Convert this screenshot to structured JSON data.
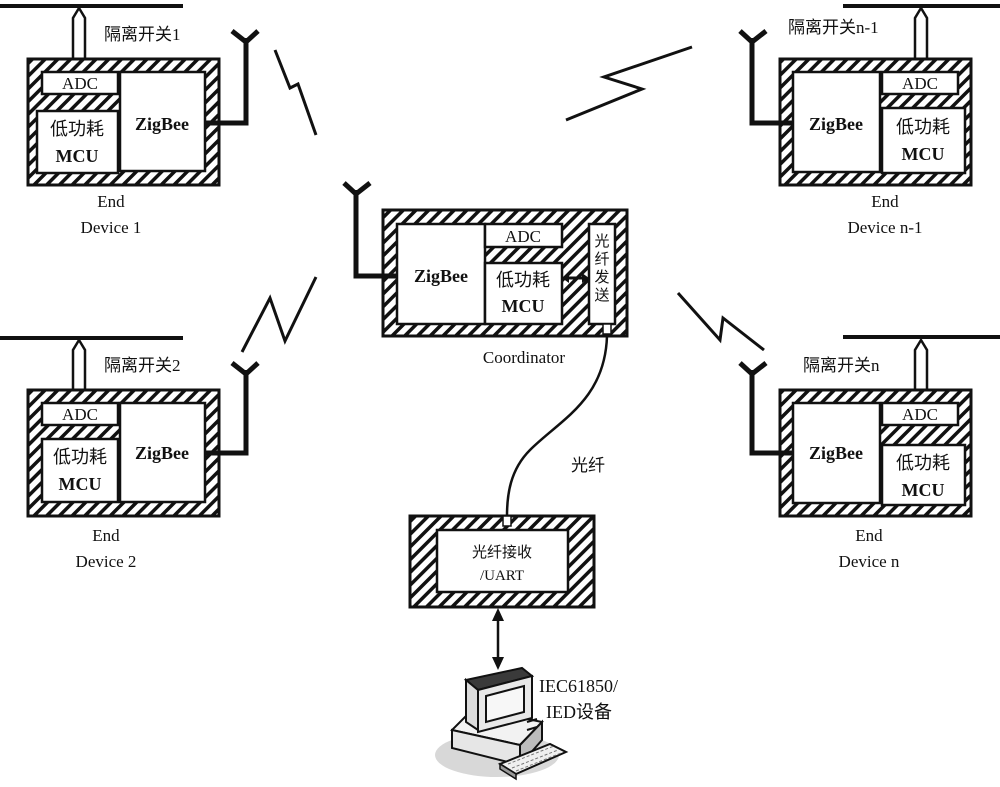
{
  "colors": {
    "ink": "#111111",
    "background": "#ffffff"
  },
  "end_devices": [
    {
      "id": "ed1",
      "switch_label": "隔离开关1",
      "adc": "ADC",
      "mcu_line1": "低功耗",
      "mcu_line2": "MCU",
      "zigbee": "ZigBee",
      "name_line1": "End",
      "name_line2": "Device 1"
    },
    {
      "id": "ed2",
      "switch_label": "隔离开关2",
      "adc": "ADC",
      "mcu_line1": "低功耗",
      "mcu_line2": "MCU",
      "zigbee": "ZigBee",
      "name_line1": "End",
      "name_line2": "Device 2"
    },
    {
      "id": "edn1",
      "switch_label": "隔离开关n-1",
      "adc": "ADC",
      "mcu_line1": "低功耗",
      "mcu_line2": "MCU",
      "zigbee": "ZigBee",
      "name_line1": "End",
      "name_line2": "Device n-1"
    },
    {
      "id": "edn",
      "switch_label": "隔离开关n",
      "adc": "ADC",
      "mcu_line1": "低功耗",
      "mcu_line2": "MCU",
      "zigbee": "ZigBee",
      "name_line1": "End",
      "name_line2": "Device n"
    }
  ],
  "coordinator": {
    "zigbee": "ZigBee",
    "adc": "ADC",
    "mcu_line1": "低功耗",
    "mcu_line2": "MCU",
    "fiber_tx": [
      "光",
      "纤",
      "发",
      "送"
    ],
    "name": "Coordinator"
  },
  "fiber_label": "光纤",
  "receiver": {
    "line1": "光纤接收",
    "line2": "/UART"
  },
  "ied": {
    "line1": "IEC61850/",
    "line2": "IED设备"
  },
  "icons": {
    "antenna": "antenna-icon",
    "wireless": "wireless-link-icon",
    "computer": "computer-icon"
  }
}
